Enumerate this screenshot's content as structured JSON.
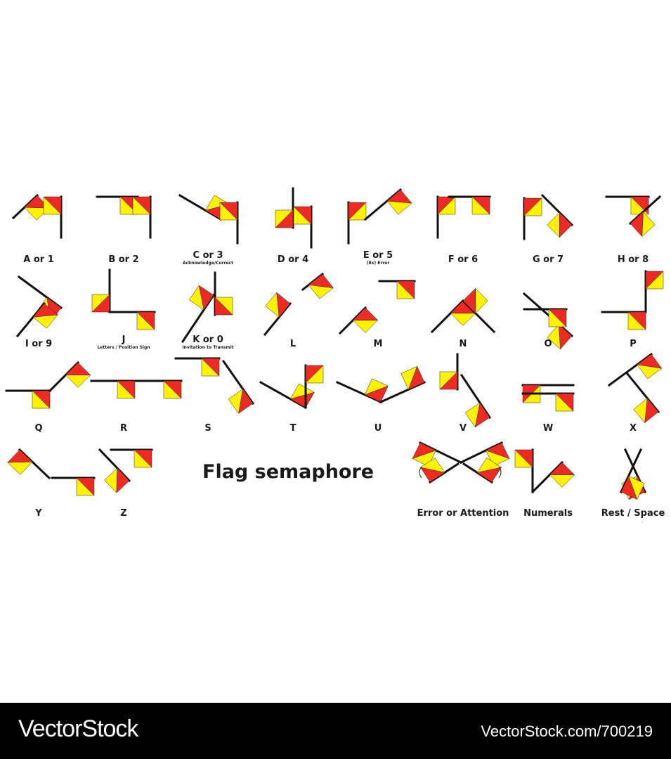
{
  "title": "Flag semaphore",
  "colors": {
    "flag_red": "#ee2a24",
    "flag_yellow": "#fff200",
    "staff": "#111111"
  },
  "signals": [
    {
      "label": "A or 1"
    },
    {
      "label": "B or 2"
    },
    {
      "label": "C or 3",
      "sub": "Acknowledge/Correct"
    },
    {
      "label": "D or 4"
    },
    {
      "label": "E or 5",
      "sub": "(8x) Error"
    },
    {
      "label": "F or 6"
    },
    {
      "label": "G or 7"
    },
    {
      "label": "H or 8"
    },
    {
      "label": "I or 9"
    },
    {
      "label": "J",
      "sub": "Letters / Position Sign"
    },
    {
      "label": "K or 0",
      "sub": "Invitation to Transmit"
    },
    {
      "label": "L"
    },
    {
      "label": "M"
    },
    {
      "label": "N"
    },
    {
      "label": "O"
    },
    {
      "label": "P"
    },
    {
      "label": "Q"
    },
    {
      "label": "R"
    },
    {
      "label": "S"
    },
    {
      "label": "T"
    },
    {
      "label": "U"
    },
    {
      "label": "V"
    },
    {
      "label": "W"
    },
    {
      "label": "X"
    },
    {
      "label": "Y"
    },
    {
      "label": "Z"
    },
    {
      "label": "Error or Attention"
    },
    {
      "label": "Numerals"
    },
    {
      "label": "Rest / Space"
    }
  ],
  "footer": {
    "brand": "VectorStock",
    "credit": "VectorStock.com/700219"
  }
}
